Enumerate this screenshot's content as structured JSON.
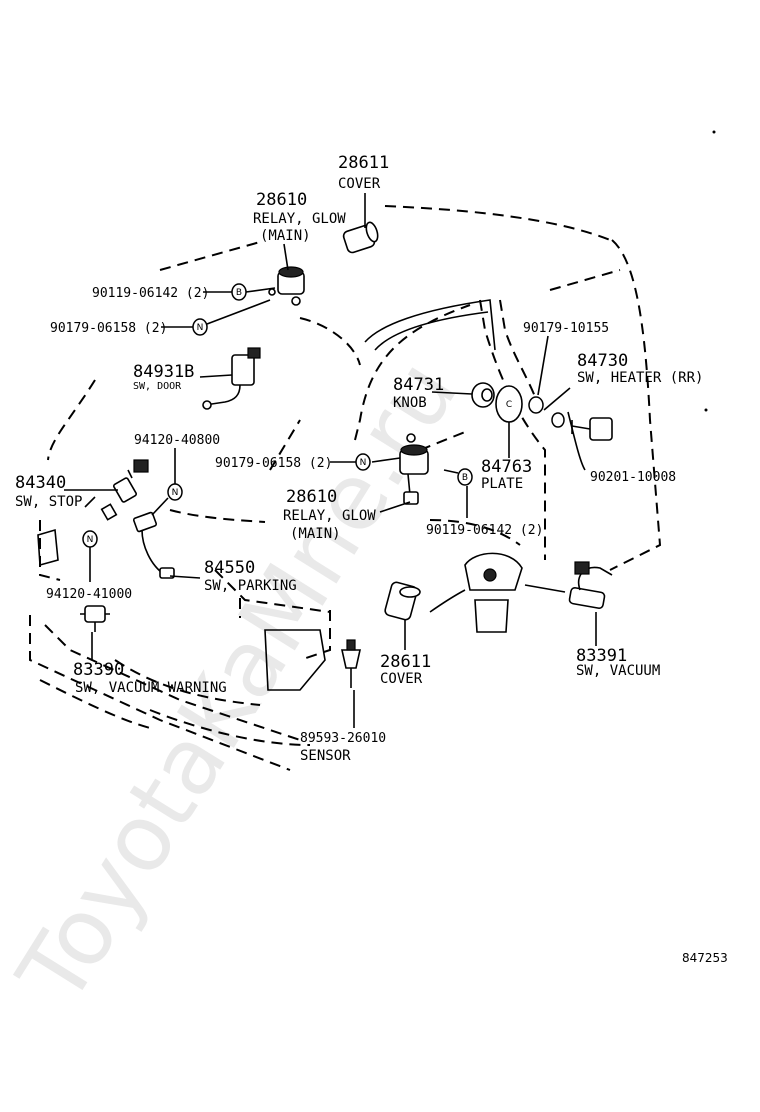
{
  "watermark": "ToyotaKaMne.ru",
  "figure_code": "847253",
  "callouts": {
    "cover_top": {
      "number": "28611",
      "name": "COVER"
    },
    "relay_top": {
      "number": "28610",
      "name": "RELAY, GLOW",
      "sub": "(MAIN)"
    },
    "screw_top_b": {
      "part": "90119-06142 (2)",
      "symbol": "B"
    },
    "nut_top": {
      "part": "90179-06158 (2)",
      "symbol": "N"
    },
    "sw_door": {
      "number": "84931B",
      "name": "SW, DOOR"
    },
    "sw_stop": {
      "number": "84340",
      "name": "SW, STOP"
    },
    "nut_94120_40800": {
      "part": "94120-40800",
      "symbol": "N"
    },
    "nut_94120_41000": {
      "part": "94120-41000",
      "symbol": "N"
    },
    "sw_parking": {
      "number": "84550",
      "name": "SW, PARKING"
    },
    "sw_vacuum_warning": {
      "number": "83390",
      "name": "SW, VACUUM WARNING"
    },
    "nut_mid": {
      "part": "90179-06158 (2)",
      "symbol": "N"
    },
    "relay_mid": {
      "number": "28610",
      "name": "RELAY, GLOW",
      "sub": "(MAIN)"
    },
    "knob": {
      "number": "84731",
      "name": "KNOB"
    },
    "nut_90179_10155": {
      "part": "90179-10155"
    },
    "sw_heater": {
      "number": "84730",
      "name": "SW, HEATER (RR)"
    },
    "plate": {
      "number": "84763",
      "name": "PLATE",
      "symbol": "C"
    },
    "screw_90201": {
      "part": "90201-10008"
    },
    "screw_mid_b": {
      "part": "90119-06142 (2)",
      "symbol": "B"
    },
    "cover_mid": {
      "number": "28611",
      "name": "COVER"
    },
    "sensor": {
      "part": "89593-26010",
      "name": "SENSOR"
    },
    "sw_vacuum": {
      "number": "83391",
      "name": "SW, VACUUM"
    }
  }
}
